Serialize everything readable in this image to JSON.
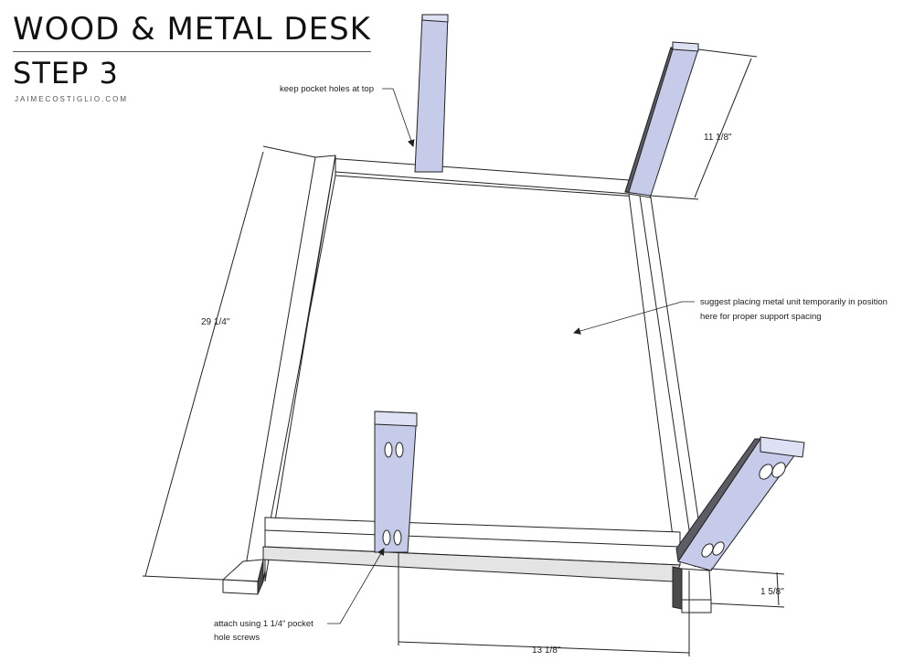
{
  "header": {
    "title": "WOOD & METAL DESK",
    "step": "STEP 3",
    "website": "JAIMECOSTIGLIO.COM"
  },
  "annotations": {
    "pocket_holes_top": "keep pocket holes at top",
    "metal_unit_line1": "suggest placing metal unit temporarily in position",
    "metal_unit_line2": "here for proper support spacing",
    "attach_line1": "attach using 1 1/4” pocket",
    "attach_line2": "hole screws"
  },
  "dimensions": {
    "frame_length": "29 1/4\"",
    "support_height": "11 1/8\"",
    "board_thickness": "1 5/8\"",
    "support_spacing": "13 1/8\""
  },
  "colors": {
    "support_face": "#c5cbe8",
    "support_top": "#dde1f3",
    "support_side": "#5b5c66",
    "wood_face": "#ffffff",
    "wood_shade": "#e4e4e4",
    "wood_dark": "#4a4a4a",
    "line": "#222222"
  }
}
